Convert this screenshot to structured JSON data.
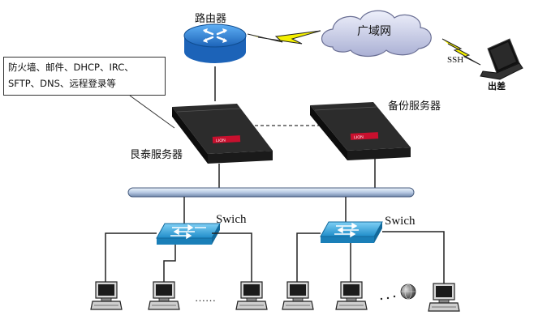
{
  "labels": {
    "router": "路由器",
    "wan": "广域网",
    "ssh": "SSH",
    "remote": "出差",
    "backup_server": "备份服务器",
    "main_server": "艮泰服务器",
    "switch_left": "Swich",
    "switch_right": "Swich",
    "ellipsis": "……"
  },
  "callout": {
    "line1": "防火墙、邮件、DHCP、IRC、",
    "line2": "SFTP、DNS、远程登录等"
  },
  "colors": {
    "router": "#2a7fd6",
    "cloud": "#c9cde6",
    "lightning": "#f4f000",
    "server": "#1a1a1a",
    "server_badge": "#c8102e",
    "switch": "#2aa0d8",
    "backbone": "#b9cbe4"
  },
  "icons": [
    "router-icon",
    "cloud-icon",
    "lightning-icon",
    "laptop-icon",
    "server-icon",
    "switch-icon",
    "pc-icon",
    "globe-icon"
  ]
}
